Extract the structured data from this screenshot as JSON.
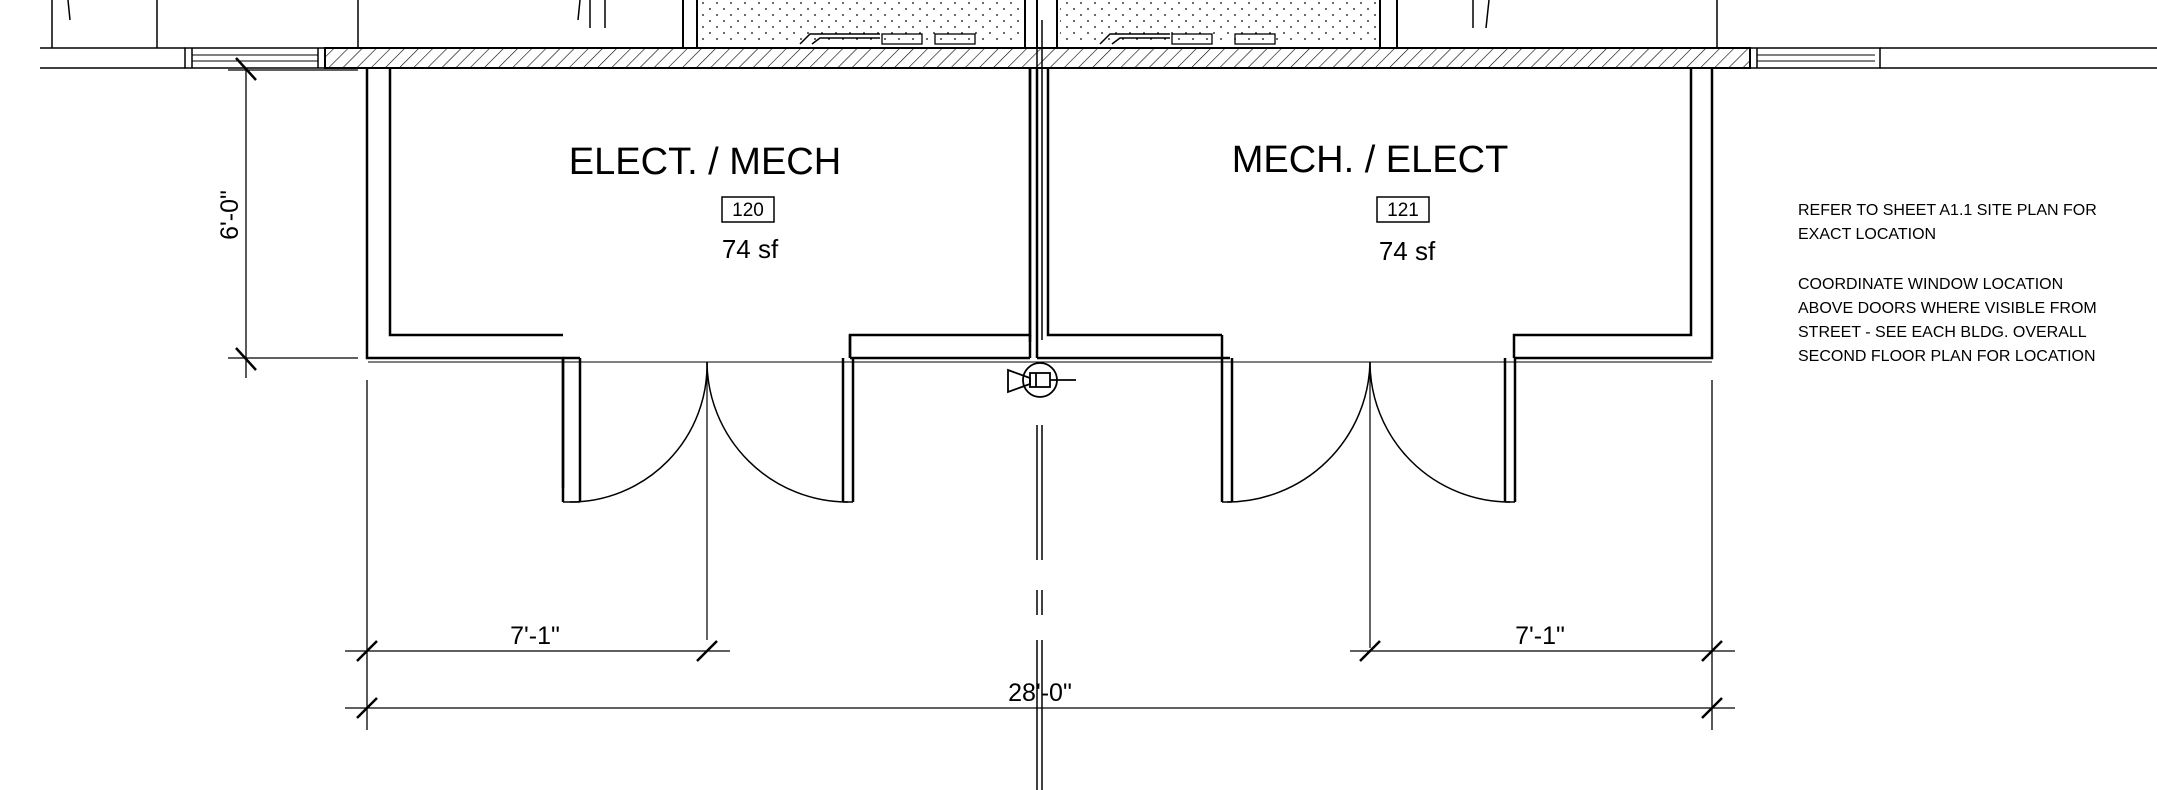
{
  "rooms": [
    {
      "name": "ELECT. / MECH",
      "number": "120",
      "area": "74 sf"
    },
    {
      "name": "MECH. / ELECT",
      "number": "121",
      "area": "74 sf"
    }
  ],
  "dimensions": {
    "vertical": "6'-0\"",
    "door_left": "7'-1\"",
    "door_right": "7'-1\"",
    "overall": "28'-0\""
  },
  "notes": [
    {
      "lines": [
        "REFER TO SHEET A1.1 SITE PLAN FOR",
        "EXACT LOCATION"
      ]
    },
    {
      "lines": [
        "COORDINATE WINDOW LOCATION",
        "ABOVE DOORS WHERE VISIBLE FROM",
        "STREET - SEE EACH BLDG. OVERALL",
        "SECOND FLOOR PLAN FOR LOCATION"
      ]
    }
  ]
}
